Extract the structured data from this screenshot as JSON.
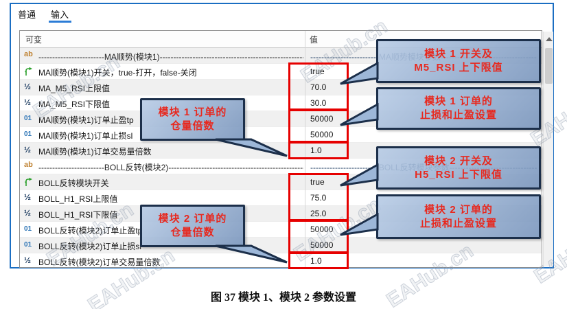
{
  "tabs": {
    "general": "普通",
    "inputs": "输入"
  },
  "table": {
    "headers": {
      "variable": "可变",
      "value": "值"
    },
    "rows": [
      {
        "type": "ab",
        "variable": "------------------------MA顺势(模块1)--------------------------------------------------------",
        "value": "-------------------------MA顺势模块参数---------------------------------------------------------------",
        "separator": true
      },
      {
        "type": "bool",
        "variable": "MA顺势(模块1)开关，true-打开，false-关闭",
        "value": "true",
        "separator": false
      },
      {
        "type": "half",
        "variable": "MA_M5_RSI上限值",
        "value": "70.0",
        "separator": false
      },
      {
        "type": "half",
        "variable": "MA_M5_RSI下限值",
        "value": "30.0",
        "separator": false
      },
      {
        "type": "int",
        "variable": "MA顺势(模块1)订单止盈tp",
        "value": "50000",
        "separator": false
      },
      {
        "type": "int",
        "variable": "MA顺势(模块1)订单止损sl",
        "value": "50000",
        "separator": false
      },
      {
        "type": "half",
        "variable": "MA顺势(模块1)订单交易量倍数",
        "value": "1.0",
        "separator": false
      },
      {
        "type": "ab",
        "variable": "------------------------BOLL反转(模块2)--------------------------------------------------------",
        "value": "-------------------------BOLL反转模块参数---------------------------------------------------------------",
        "separator": true
      },
      {
        "type": "bool",
        "variable": "BOLL反转模块开关",
        "value": "true",
        "separator": false
      },
      {
        "type": "half",
        "variable": "BOLL_H1_RSI上限值",
        "value": "75.0",
        "separator": false
      },
      {
        "type": "half",
        "variable": "BOLL_H1_RSI下限值",
        "value": "25.0",
        "separator": false
      },
      {
        "type": "int",
        "variable": "BOLL反转(模块2)订单止盈tp",
        "value": "50000",
        "separator": false
      },
      {
        "type": "int",
        "variable": "BOLL反转(模块2)订单止损sl",
        "value": "50000",
        "separator": false
      },
      {
        "type": "half",
        "variable": "BOLL反转(模块2)订单交易量倍数",
        "value": "1.0",
        "separator": false
      }
    ]
  },
  "icons": {
    "ab": "ab",
    "half": "½",
    "int": "01",
    "bool": "bool-branch-arrow"
  },
  "callouts": {
    "right": [
      {
        "line1": "模块 1 开关及",
        "line2": "M5_RSI 上下限值"
      },
      {
        "line1": "模块 1 订单的",
        "line2": "止损和止盈设置"
      },
      {
        "line1": "模块 2 开关及",
        "line2": "H5_RSI 上下限值"
      },
      {
        "line1": "模块 2 订单的",
        "line2": "止损和止盈设置"
      }
    ],
    "left": [
      {
        "line1": "模块 1 订单的",
        "line2": "仓量倍数"
      },
      {
        "line1": "模块 2 订单的",
        "line2": "仓量倍数"
      }
    ]
  },
  "caption": "图 37 模块 1、模块 2 参数设置",
  "watermark": "EAHub.cn",
  "colors": {
    "dialog_border": "#1b6ec2",
    "tab_underline": "#2c7cd6",
    "red_highlight": "#e60000",
    "callout_border": "#1c2f4a",
    "callout_text": "#e8281e",
    "bool_icon_green": "#2ca02c",
    "ab_icon_orange": "#c08435",
    "int_icon_blue": "#2e75b6",
    "half_icon_navy": "#17375d"
  }
}
